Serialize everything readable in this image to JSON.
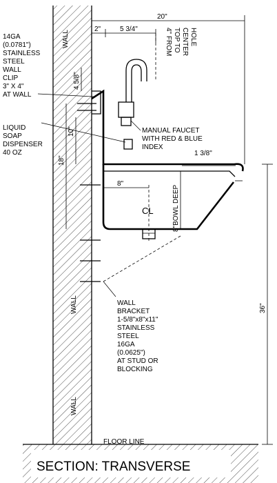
{
  "title": "SECTION: TRANSVERSE",
  "labels": {
    "wall_top": "WALL",
    "wall_mid": "WALL",
    "wall_bottom": "WALL",
    "floor_line": "FLOOR LINE",
    "centerline": "CL",
    "bowl_deep": "8\"BOWL DEEP"
  },
  "callouts": {
    "wall_clip": [
      "14GA",
      "(0.0781\")",
      "STAINLESS",
      "STEEL",
      "WALL",
      "CLIP",
      "3\" X 4\"",
      "AT WALL"
    ],
    "soap": [
      "LIQUID",
      "SOAP",
      "DISPENSER",
      "40 OZ"
    ],
    "faucet": [
      "MANUAL FAUCET",
      "WITH RED & BLUE",
      "INDEX"
    ],
    "bracket": [
      "WALL",
      "BRACKET",
      "1-5/8\"x8\"x11\"",
      "STAINLESS",
      "STEEL",
      "16GA",
      "(0.0625\")",
      "AT STUD OR",
      "BLOCKING"
    ],
    "top_note": [
      "4\" FROM",
      "TOP TO",
      "CENTER",
      "HOLE"
    ]
  },
  "dimensions": {
    "overall_depth": "20\"",
    "offset_2": "2\"",
    "offset_5_75": "5 3/4\"",
    "clip_height": "4 5/8\"",
    "dispenser_height": "10\"",
    "backsplash": "18\"",
    "rim": "1 3/8\"",
    "bowl_offset": "8\"",
    "floor_to_rim": "36\""
  }
}
